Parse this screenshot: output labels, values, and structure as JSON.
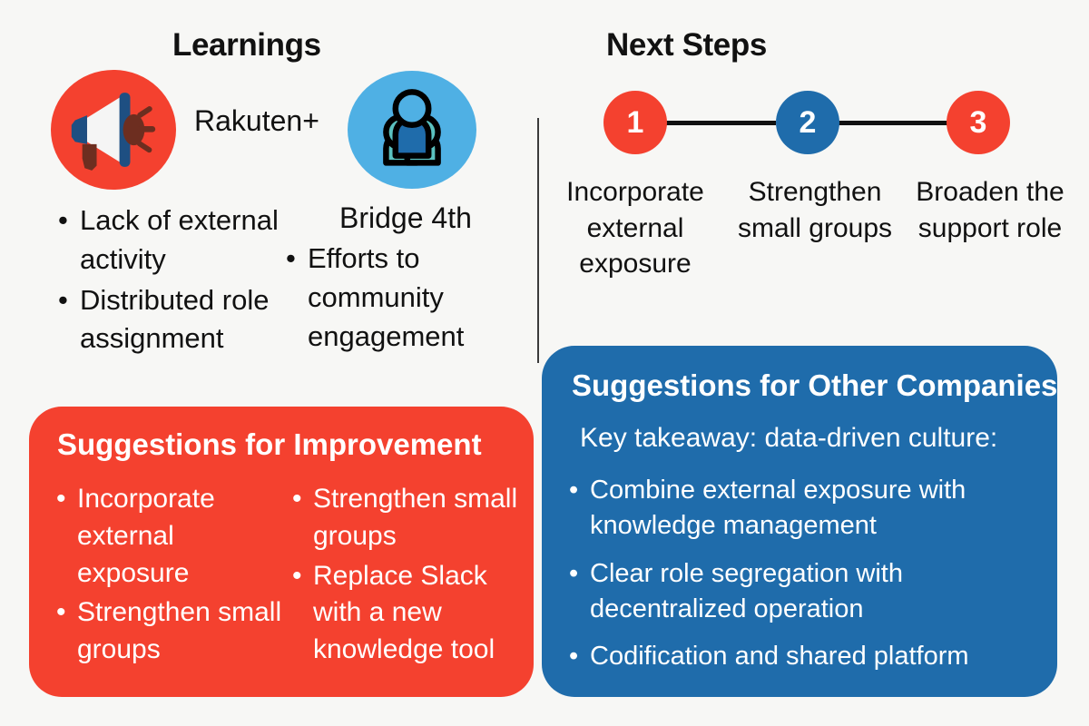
{
  "colors": {
    "background": "#f7f7f5",
    "red": "#f4412f",
    "blue": "#1f6cab",
    "light_blue": "#4fb0e4",
    "text": "#111111",
    "white": "#ffffff"
  },
  "learnings": {
    "title": "Learnings",
    "columns": [
      {
        "icon": "megaphone-icon",
        "heading": "Rakuten+",
        "bullets": [
          "Lack of external activity",
          "Distributed role assignment"
        ]
      },
      {
        "icon": "group-people-icon",
        "heading": "Bridge 4th",
        "bullets": [
          "Efforts to community engagement"
        ]
      }
    ]
  },
  "next_steps": {
    "title": "Next Steps",
    "steps": [
      {
        "number": "1",
        "color": "#f4412f",
        "label": "Incorporate external exposure"
      },
      {
        "number": "2",
        "color": "#1f6cab",
        "label": "Strengthen small groups"
      },
      {
        "number": "3",
        "color": "#f4412f",
        "label": "Broaden the support role"
      }
    ]
  },
  "improvement_panel": {
    "title": "Suggestions for Improvement",
    "columns": [
      [
        "Incorporate external exposure",
        "Strengthen small groups"
      ],
      [
        "Strengthen small groups",
        "Replace Slack with a new knowledge tool"
      ]
    ]
  },
  "other_companies_panel": {
    "title": "Suggestions for Other Companies",
    "subtitle": "Key takeaway: data-driven culture:",
    "bullets": [
      "Combine external exposure with knowledge management",
      "Clear role segregation with decentralized operation",
      "Codification and shared platform"
    ]
  }
}
